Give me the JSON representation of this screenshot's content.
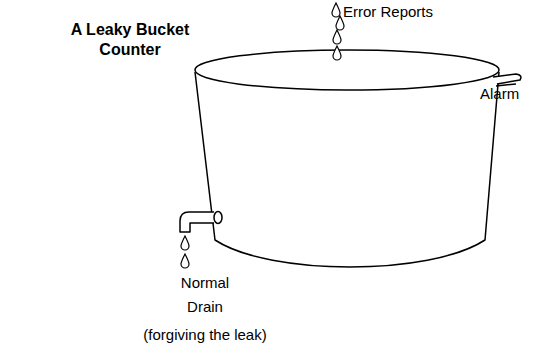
{
  "diagram": {
    "title": "A Leaky Bucket Counter",
    "labels": [
      "Error Reports",
      "Alarm",
      "Normal Drain",
      "(forgiving the leak)"
    ]
  }
}
